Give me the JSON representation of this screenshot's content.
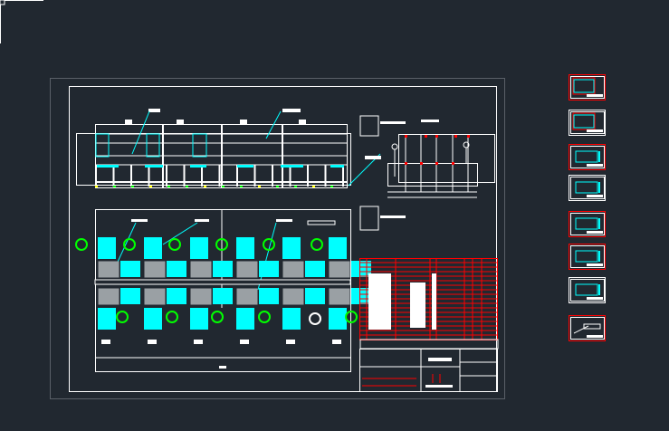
{
  "viewport": {
    "background": "#212830"
  },
  "colors": {
    "line": "#ffffff",
    "accent": "#00ffff",
    "highlight": "#00ff00",
    "table": "#ff0000",
    "paper_border": "#5a6068"
  },
  "layout_sheets": {
    "count": 8,
    "selected": [
      1,
      3,
      5,
      6,
      8
    ]
  }
}
